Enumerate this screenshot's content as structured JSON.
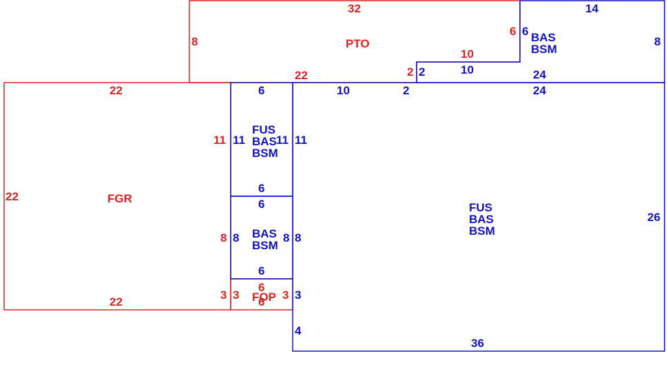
{
  "colors": {
    "red": "#e02020",
    "blue": "#1010c8",
    "background": "#ffffff"
  },
  "areas": {
    "pto": {
      "name": "PTO",
      "dims": {
        "top": "32",
        "left": "8",
        "bottom": "22",
        "step_top": "10",
        "step_right": "6",
        "step_left": "2"
      }
    },
    "fgr": {
      "name": "FGR",
      "dims": {
        "top": "22",
        "left": "22",
        "bottom": "22",
        "right_top": "11",
        "right_mid": "8",
        "right_bottom": "3"
      }
    },
    "fop": {
      "name": "FOP",
      "dims": {
        "top": "6",
        "bottom": "6",
        "left": "3",
        "right": "3"
      }
    },
    "bas_small": {
      "lines": [
        "BAS",
        "BSM"
      ],
      "dims": {
        "top": "14",
        "left": "6",
        "right": "8",
        "bottom_upper": "10",
        "left_step": "2",
        "bottom": "24"
      }
    },
    "fus_upper": {
      "lines": [
        "FUS",
        "BAS",
        "BSM"
      ],
      "dims": {
        "top": "6",
        "left": "11",
        "right": "11",
        "bottom": "6"
      }
    },
    "bas_mid": {
      "lines": [
        "BAS",
        "BSM"
      ],
      "dims": {
        "top": "6",
        "left": "8",
        "right": "8",
        "bottom": "6"
      }
    },
    "fus_large": {
      "lines": [
        "FUS",
        "BAS",
        "BSM"
      ],
      "dims": {
        "top_left": "10",
        "top_step": "2",
        "top_right": "24",
        "right": "26",
        "bottom": "36",
        "left_low": "4",
        "left_fop": "3",
        "left_mid": "8",
        "left_top": "11"
      }
    }
  }
}
